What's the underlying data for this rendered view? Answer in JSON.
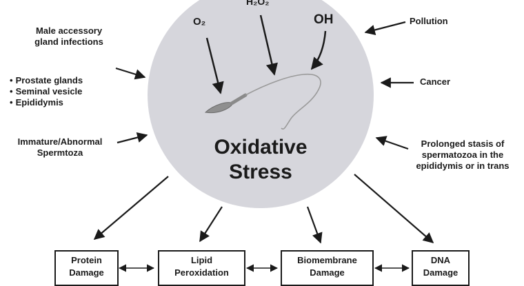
{
  "center": {
    "title_line1": "Oxidative",
    "title_line2": "Stress"
  },
  "molecules": {
    "o2": "O₂",
    "h2o2": "H₂O₂",
    "oh": "OH"
  },
  "causes_left": {
    "male_accessory": [
      "Male accessory",
      "gland infections"
    ],
    "glands": [
      "Prostate glands",
      "Seminal vesicle",
      "Epididymis"
    ],
    "immature": [
      "Immature/Abnormal",
      "Spermtoza"
    ]
  },
  "causes_right": {
    "pollution": "Pollution",
    "cancer": "Cancer",
    "stasis": [
      "Prolonged stasis of",
      "spermatozoa in the",
      "epididymis or in trans"
    ]
  },
  "effects": [
    {
      "line1": "Protein",
      "line2": "Damage"
    },
    {
      "line1": "Lipid",
      "line2": "Peroxidation"
    },
    {
      "line1": "Biomembrane",
      "line2": "Damage"
    },
    {
      "line1": "DNA",
      "line2": "Damage"
    }
  ],
  "colors": {
    "circle_fill": "#d6d6dc",
    "ink": "#1a1a1a",
    "sperm": "#8a8a8a"
  },
  "icons": {
    "sperm": "spermatozoon-illustration"
  }
}
